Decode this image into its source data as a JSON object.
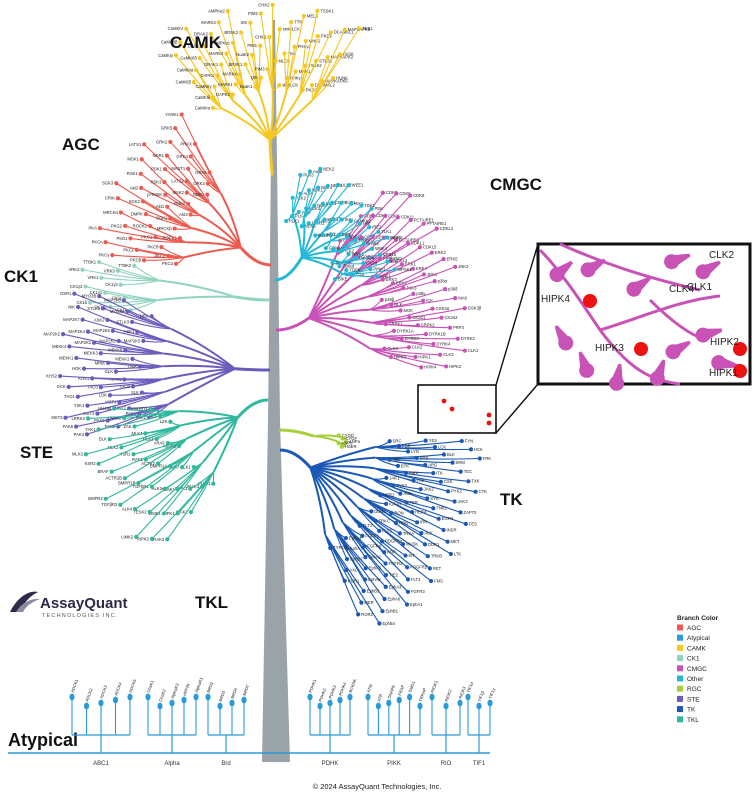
{
  "colors": {
    "trunk": "#9aa3a8",
    "AGC": "#ee5a4f",
    "Atypical": "#2a9bd8",
    "CAMK": "#f5c71f",
    "CK1": "#8fd3c0",
    "CMGC": "#c952b6",
    "Other": "#23b8d6",
    "RGC": "#a8cf3a",
    "STE": "#6a5cbd",
    "TK": "#1a58b5",
    "TKL": "#2fb89d",
    "highlight": "#ee1111"
  },
  "groups": [
    {
      "key": "AGC",
      "label": "AGC",
      "leaves": [
        "PKCα",
        "PKCβ",
        "PKCγ",
        "PKCδ",
        "PKCε",
        "PKCη",
        "PKCθ",
        "PKD1",
        "PKA",
        "PKG1",
        "PKG2",
        "ROCK1",
        "ROCK2",
        "MRCKα",
        "MRCKβ",
        "DMPK",
        "CRIK",
        "SGK1",
        "SGK2",
        "SGK3",
        "Akt1",
        "Akt2",
        "Akt3",
        "p70S6K",
        "RSK1",
        "RSK2",
        "RSK3",
        "MSK1",
        "MSK2",
        "PDK1",
        "LATS1",
        "LATS2",
        "NDR1",
        "NDR2",
        "MAST1",
        "GRK2",
        "GRK3",
        "GRK4",
        "GRK5",
        "GRK6",
        "PRKX",
        "YANK1"
      ]
    },
    {
      "key": "CAMK",
      "label": "CAMK",
      "leaves": [
        "CaMKIα",
        "CaMKIβ",
        "CaMKIγ",
        "CaMKIδ",
        "CaMKIIα",
        "CaMKIIβ",
        "CaMKIIγ",
        "CaMKIIδ",
        "CaMKIV",
        "DAPK1",
        "DAPK2",
        "DAPK3",
        "DRAK1",
        "DRAK2",
        "MARK1",
        "MARK2",
        "MARK3",
        "MARK4",
        "AMPKα1",
        "AMPKα2",
        "BRSK1",
        "BRSK2",
        "NuaK1",
        "NuaK2",
        "SIK",
        "QIK",
        "PIM1",
        "PIM2",
        "PIM3",
        "CHK1",
        "CHK2",
        "MLCK",
        "smMLCK",
        "skMLCK",
        "Trio",
        "TTN",
        "PHKγ1",
        "PHKγ2",
        "MELK",
        "MNK1",
        "MNK2",
        "TSSK1",
        "TSSK2",
        "PKD2",
        "PKD3",
        "STK33",
        "DCAMKL1",
        "DCAMKL2",
        "MAPKAPK2",
        "MAPKAPK3",
        "MAPKAPK5",
        "PASK",
        "TRB1",
        "HUNK"
      ]
    },
    {
      "key": "CMGC",
      "label": "CMGC",
      "leaves": [
        "CDK1",
        "CDK2",
        "CDK3",
        "CDK4",
        "CDK5",
        "CDK6",
        "CDK7",
        "CDK8",
        "CDK9",
        "CDK10",
        "CDK11",
        "CDK12",
        "CDK13",
        "PCTAIRE1",
        "PCTAIRE2",
        "PCTAIRE3",
        "PFTAIRE1",
        "PFTAIRE2",
        "CDKL1",
        "CDKL2",
        "CDKL3",
        "CDKL5",
        "CCRK",
        "ERK1",
        "ERK2",
        "ERK3",
        "ERK4",
        "ERK5",
        "ERK7",
        "JNK1",
        "JNK2",
        "JNK3",
        "p38α",
        "p38β",
        "p38γ",
        "p38δ",
        "NLK",
        "ICK",
        "MAK",
        "MOK",
        "GSK3α",
        "GSK3β",
        "CK2α1",
        "CK2α2",
        "SRPK1",
        "SRPK2",
        "PRP4",
        "DYRK1A",
        "DYRK1B",
        "DYRK2",
        "DYRK3",
        "DYRK4",
        "CLK1",
        "CLK2",
        "CLK3",
        "CLK4",
        "HIPK1",
        "HIPK2",
        "HIPK3",
        "HIPK4"
      ]
    },
    {
      "key": "CK1",
      "label": "CK1",
      "leaves": [
        "CK1α",
        "CK1α2",
        "CK1δ",
        "CK1ε",
        "CK1γ1",
        "CK1γ2",
        "CK1γ3",
        "VRK1",
        "VRK2",
        "VRK3",
        "TTBK1",
        "TTBK2"
      ]
    },
    {
      "key": "STE",
      "label": "STE",
      "leaves": [
        "PAK1",
        "PAK2",
        "PAK3",
        "PAK4",
        "PAK5",
        "PAK6",
        "MST1",
        "MST2",
        "MST3",
        "MST4",
        "YSK1",
        "SLK",
        "LOK",
        "TAO1",
        "TAO2",
        "TAO3",
        "GCK",
        "HPK1",
        "KHS1",
        "KHS2",
        "GLK",
        "HGK",
        "TNIK",
        "MINK",
        "MEKK1",
        "MEKK2",
        "MEKK3",
        "MEKK4",
        "MEKK6",
        "MAP2K1",
        "MAP2K2",
        "MAP2K3",
        "MAP2K4",
        "MAP2K5",
        "MAP2K6",
        "MAP2K7",
        "ASK1",
        "ASK2",
        "NIK",
        "STLK3",
        "STLK5",
        "OSR1",
        "MYO3A",
        "MYO3B",
        "NRK",
        "MAP3K8"
      ]
    },
    {
      "key": "TKL",
      "label": "TKL",
      "leaves": [
        "IRAK1",
        "IRAK2",
        "IRAK3",
        "IRAK4",
        "RIPK1",
        "RIPK2",
        "RIPK3",
        "LIMK1",
        "LIMK2",
        "TESK1",
        "TESK2",
        "ALK1",
        "ALK2",
        "ALK4",
        "ALK7",
        "TGFβR1",
        "TGFβR2",
        "BMPR1A",
        "BMPR1B",
        "BMPR2",
        "ACTR2",
        "ACTR2B",
        "MISR2",
        "RAF1",
        "BRAF",
        "ARAF",
        "KSR1",
        "KSR2",
        "MLK1",
        "MLK2",
        "MLK3",
        "MLK4",
        "DLK",
        "LZK",
        "ZAK",
        "TAK1",
        "ILK",
        "LRRK1",
        "LRRK2",
        "ANKRD3",
        "HH498"
      ]
    },
    {
      "key": "TK",
      "label": "TK",
      "leaves": [
        "SRC",
        "YES",
        "FYN",
        "FGR",
        "LCK",
        "HCK",
        "LYN",
        "BLK",
        "FRK",
        "BRK",
        "SRM",
        "ABL",
        "ARG",
        "TEC",
        "BTK",
        "ITK",
        "TXK",
        "BMX",
        "CSK",
        "CTK",
        "FAK",
        "PYK2",
        "JAK1",
        "JAK2",
        "JAK3",
        "TYK2",
        "SYK",
        "ZAP70",
        "ACK",
        "TNK1",
        "FES",
        "FER",
        "EGFR",
        "HER2",
        "HER4",
        "INSR",
        "IGF1R",
        "IRR",
        "MET",
        "RON",
        "ALK",
        "LTK",
        "ROS",
        "DDR1",
        "DDR2",
        "TRKA",
        "TRKB",
        "TRKC",
        "MUSK",
        "RET",
        "FLT3",
        "KIT",
        "FMS",
        "PDGFRα",
        "PDGFRβ",
        "FLT1",
        "KDR",
        "FLT4",
        "FGFR1",
        "FGFR2",
        "FGFR3",
        "FGFR4",
        "TIE2",
        "EphA1",
        "EphA2",
        "EphA3",
        "EphA4",
        "EphA5",
        "EphA6",
        "EphA7",
        "EphA8",
        "EphB1",
        "EphB2",
        "EphB3",
        "EphB4",
        "AXL",
        "MER",
        "TYRO3",
        "ROR1",
        "ROR2"
      ]
    },
    {
      "key": "Other",
      "label": "",
      "leaves": [
        "PLK1",
        "PLK2",
        "PLK3",
        "PLK4",
        "AurA",
        "AurB",
        "AurC",
        "NEK1",
        "NEK2",
        "NEK3",
        "NEK4",
        "NEK6",
        "NEK7",
        "NEK9",
        "NEK11",
        "ULK1",
        "ULK2",
        "ULK3",
        "CDC7",
        "WEE1",
        "MYT1",
        "BUB1",
        "BUBR1",
        "TTK",
        "IKKα",
        "IKKβ",
        "IKKε",
        "TBK1",
        "CAMKK1",
        "CAMKK2",
        "PEK",
        "PKR",
        "HRI",
        "GCN2",
        "IRE1",
        "IRE2",
        "MOS",
        "Haspin",
        "TLK1",
        "TLK2",
        "WNK1",
        "WNK2",
        "WNK3",
        "WNK4",
        "SgK071",
        "SgK494",
        "VPS15",
        "Fused",
        "CK2α",
        "KIS",
        "TOPK",
        "PINK1",
        "MPSK1",
        "GAK",
        "AAK1",
        "BIKE"
      ]
    },
    {
      "key": "RGC",
      "label": "",
      "leaves": [
        "CYGD",
        "CYGF",
        "ANPa",
        "ANPb",
        "HSER"
      ]
    }
  ],
  "atypical_panel": {
    "title": "Atypical",
    "families": [
      {
        "name": "ABC1",
        "leaves": [
          "ADCK1",
          "ADCK2",
          "ADCK3",
          "ADCK4",
          "ADCK5"
        ]
      },
      {
        "name": "Alpha",
        "leaves": [
          "ChaK1",
          "ChaK2",
          "AlphaK3",
          "eEF2K",
          "AlphaK1"
        ]
      },
      {
        "name": "Brd",
        "leaves": [
          "BRD2",
          "BRD3",
          "BRD4",
          "BRDT"
        ]
      },
      {
        "name": "PDHK",
        "leaves": [
          "PDHK1",
          "PDHK2",
          "PDHK3",
          "PDHK4",
          "BCKDK"
        ]
      },
      {
        "name": "PIKK",
        "leaves": [
          "ATM",
          "ATR",
          "DNAPK",
          "FRAP",
          "SMG1",
          "TRRAP"
        ]
      },
      {
        "name": "RIO",
        "leaves": [
          "RIOK1",
          "RIOK2",
          "RIOK3"
        ]
      },
      {
        "name": "TIF1",
        "leaves": [
          "TIF1α",
          "TIF1β",
          "TIF1γ"
        ]
      }
    ]
  },
  "zoom_inset": {
    "labels": [
      "CLK2",
      "CLK4",
      "CLK1",
      "HIPK4",
      "HIPK3",
      "HIPK2",
      "HIPK1"
    ]
  },
  "legend": {
    "title": "Branch Color",
    "items": [
      {
        "name": "AGC",
        "color": "#ee5a4f"
      },
      {
        "name": "Atypical",
        "color": "#2a9bd8"
      },
      {
        "name": "CAMK",
        "color": "#f5c71f"
      },
      {
        "name": "CK1",
        "color": "#8fd3c0"
      },
      {
        "name": "CMGC",
        "color": "#c952b6"
      },
      {
        "name": "Other",
        "color": "#23b8d6"
      },
      {
        "name": "RGC",
        "color": "#a8cf3a"
      },
      {
        "name": "STE",
        "color": "#6a5cbd"
      },
      {
        "name": "TK",
        "color": "#1a58b5"
      },
      {
        "name": "TKL",
        "color": "#2fb89d"
      }
    ]
  },
  "logo": {
    "name": "AssayQuant",
    "sub": "TECHNOLOGIES INC."
  },
  "copyright": "© 2024 AssayQuant Technologies, Inc."
}
